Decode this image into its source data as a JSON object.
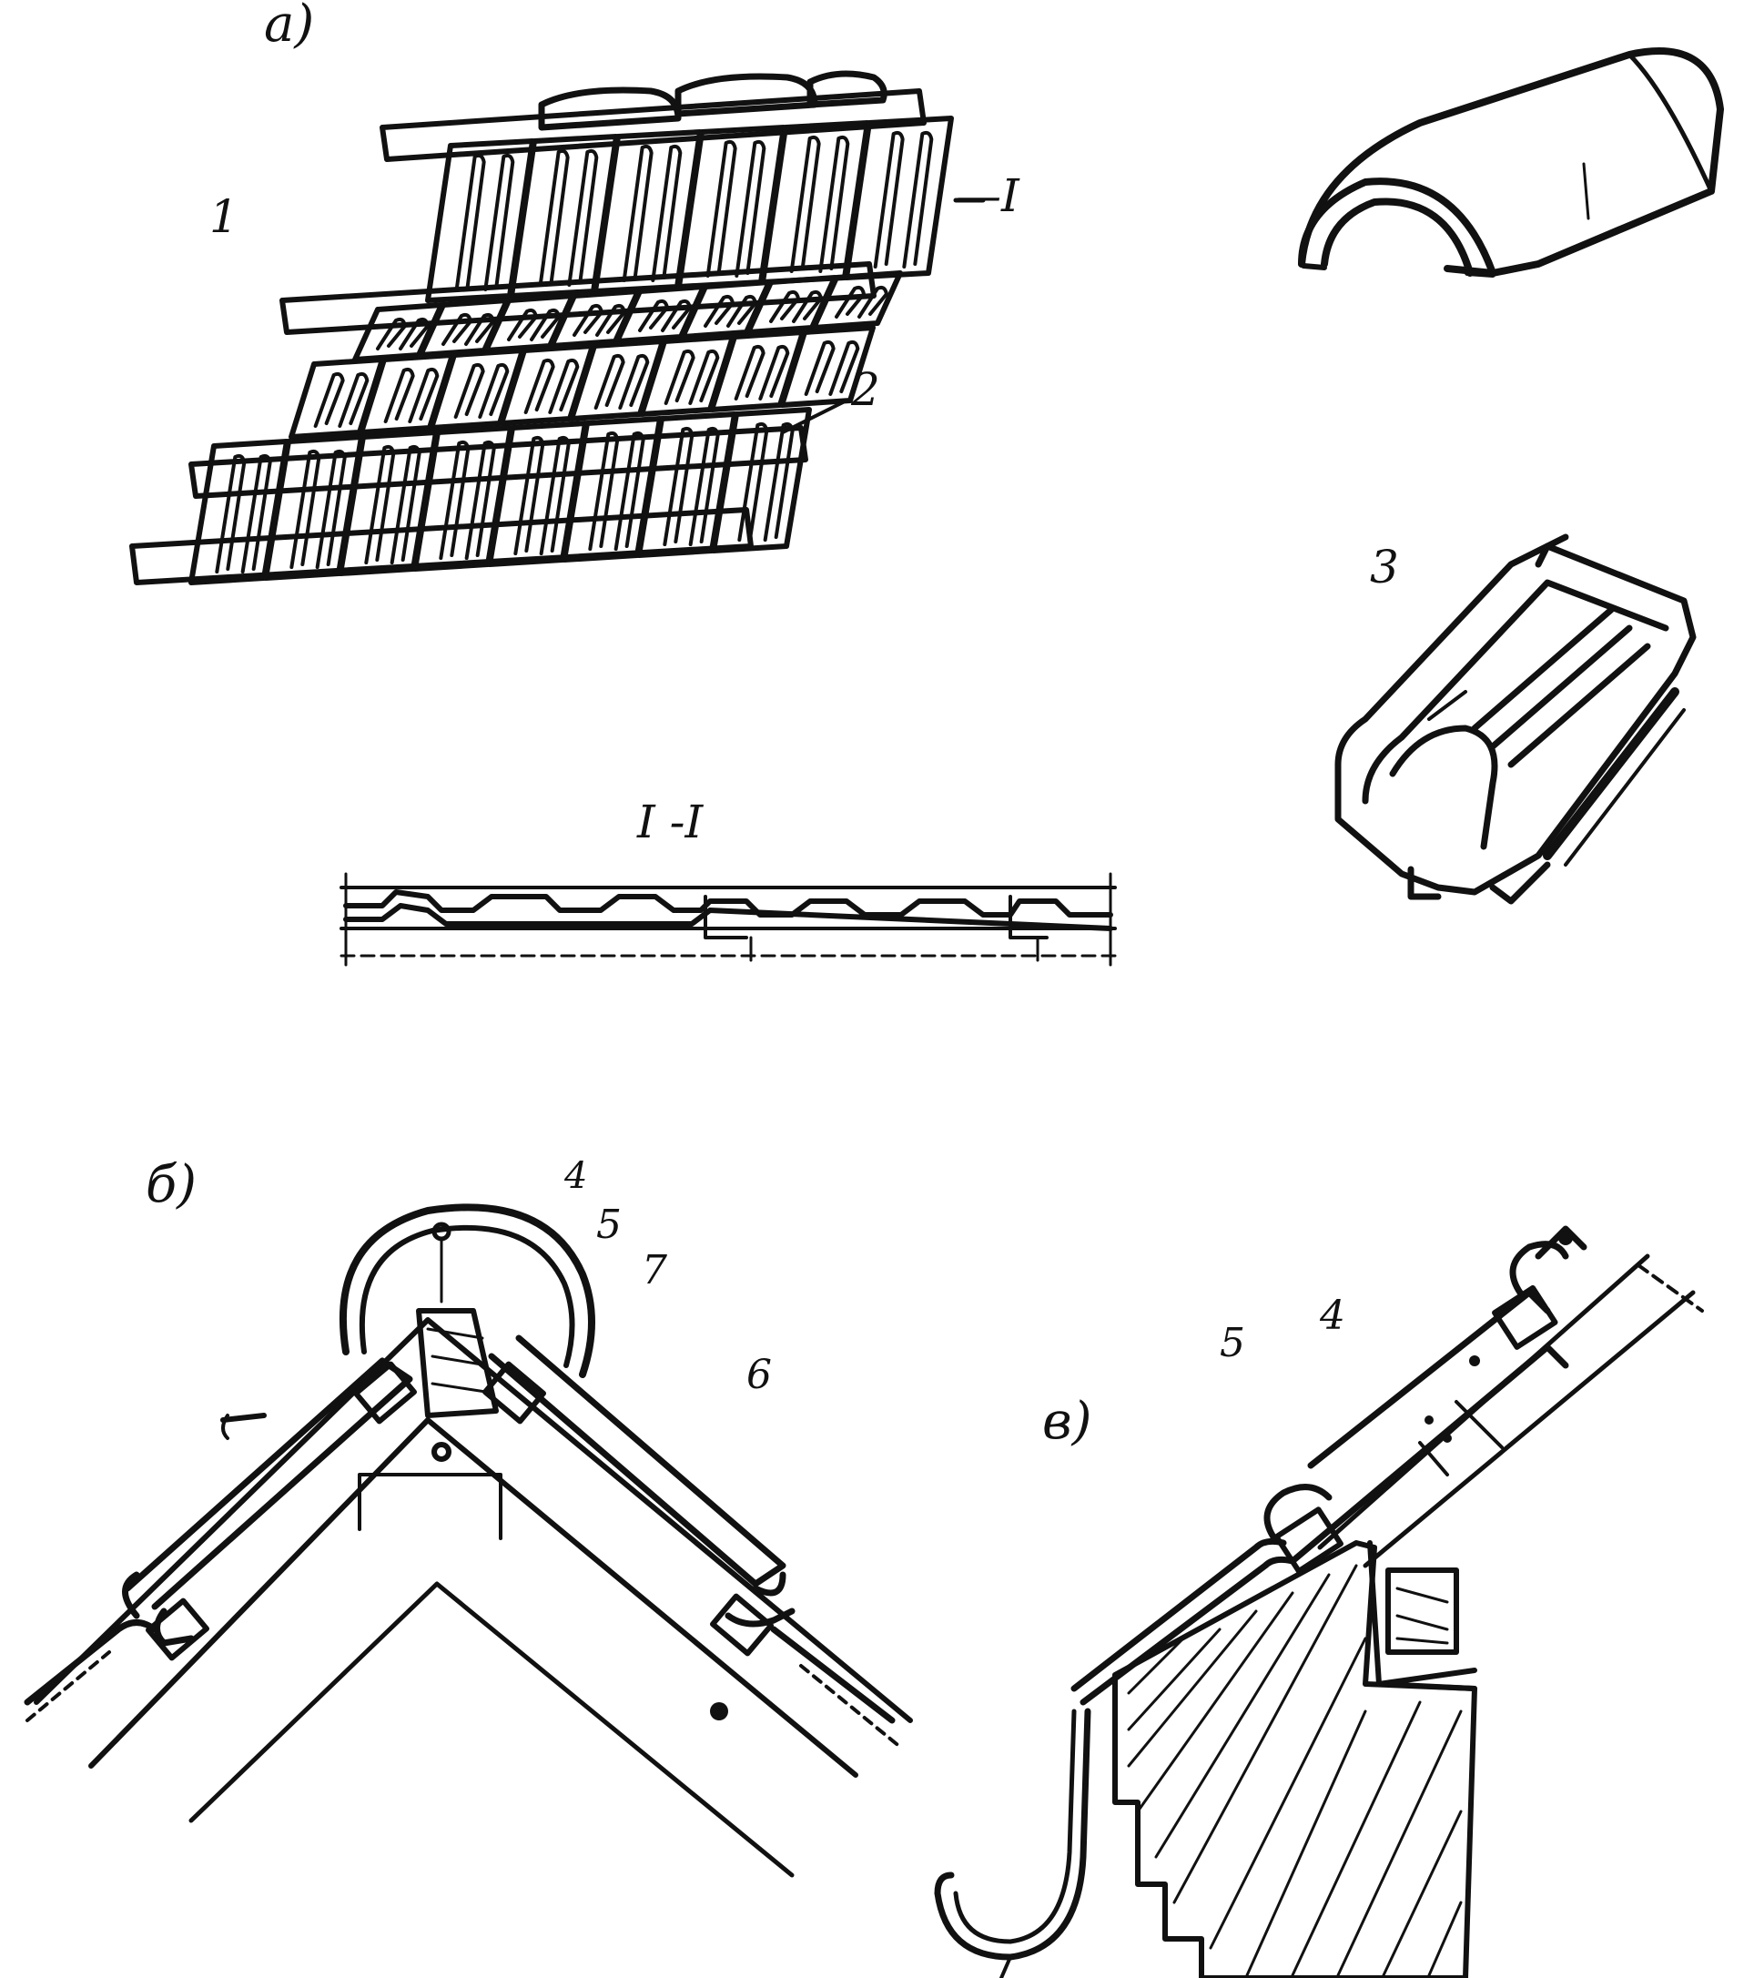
{
  "figure": {
    "panel_labels": {
      "a": "а)",
      "b": "б)",
      "v": "в)"
    },
    "callouts": {
      "c1": "1",
      "cI": "—I",
      "c2": "2",
      "c3": "3",
      "section": "I -I",
      "b4": "4",
      "b5": "5",
      "b7": "7",
      "b6": "6",
      "v5": "5",
      "v4": "4"
    }
  }
}
